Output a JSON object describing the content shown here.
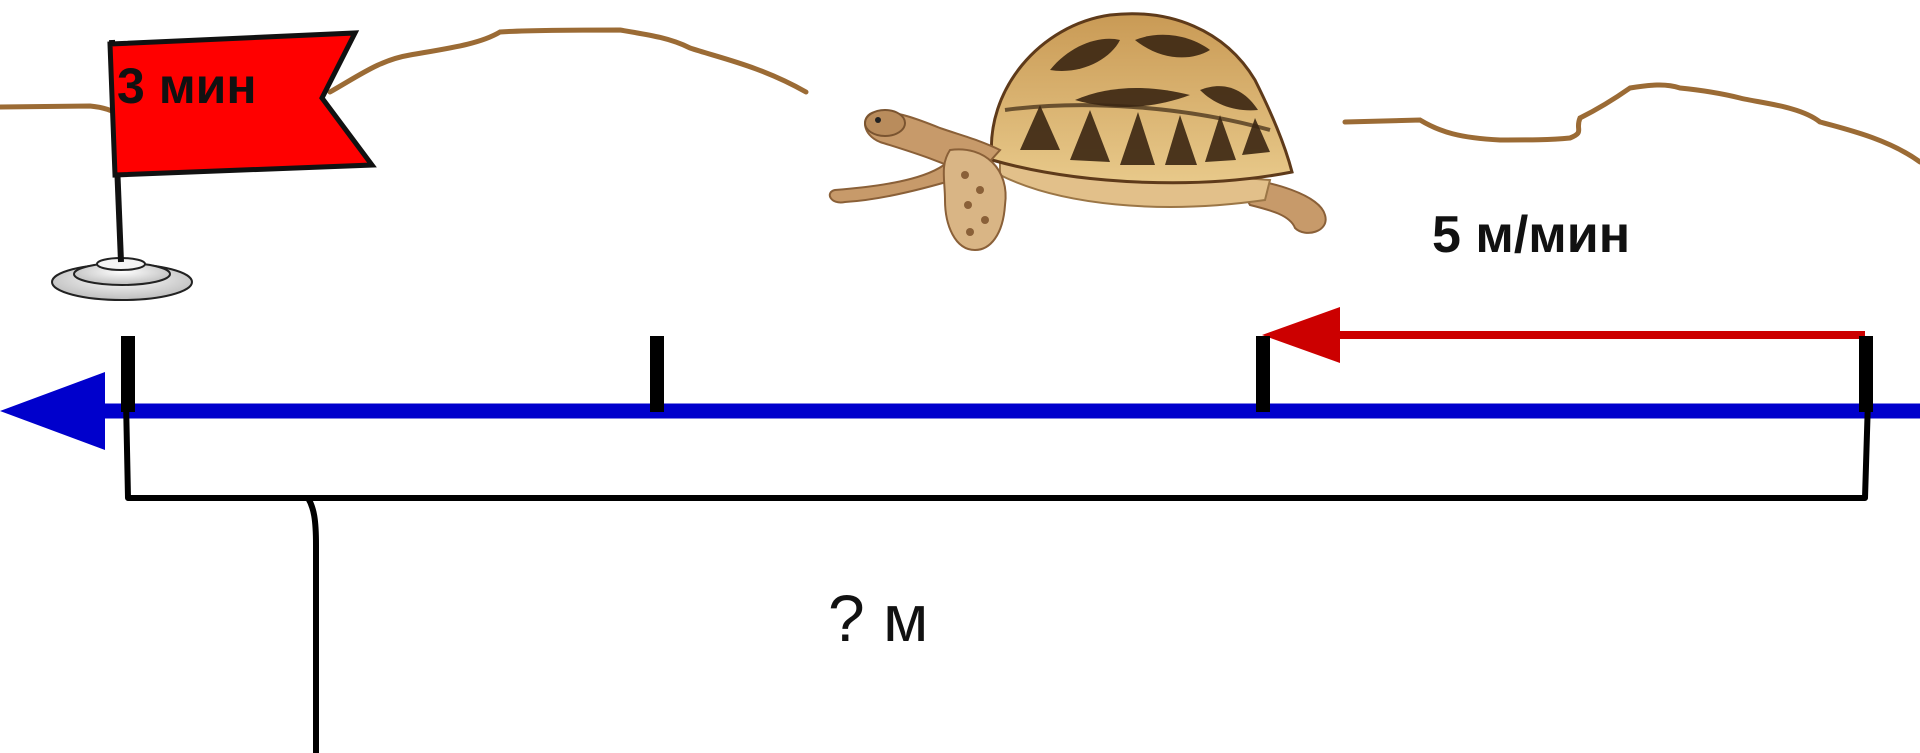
{
  "flag": {
    "label": "3 мин",
    "color": "#ff0000"
  },
  "speed": {
    "label": "5 м/мин",
    "arrow_color": "#cc0000"
  },
  "distance": {
    "label": "? м"
  },
  "number_line": {
    "color": "#0000cc",
    "tick_count": 4
  },
  "ground": {
    "color": "#9b6b35"
  },
  "icons": {
    "animal": "tortoise-icon",
    "flag": "finish-flag-icon"
  }
}
